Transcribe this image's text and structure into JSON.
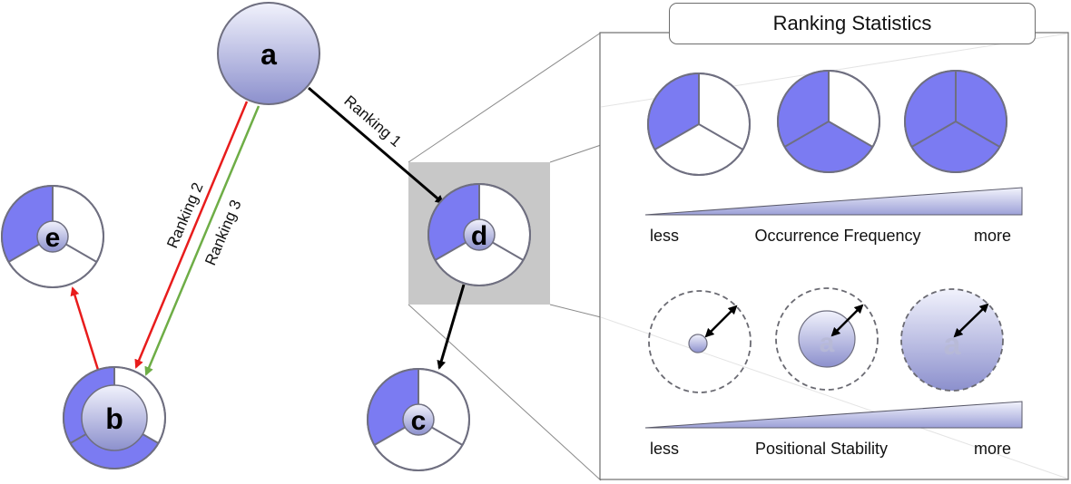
{
  "diagram": {
    "nodes": {
      "a": "a",
      "b": "b",
      "c": "c",
      "d": "d",
      "e": "e"
    },
    "edges": {
      "ranking1": "Ranking 1",
      "ranking2": "Ranking 2",
      "ranking3": "Ranking 3"
    },
    "colors": {
      "segment_fill": "#7b7bf2",
      "ranking1": "#000000",
      "ranking2": "#e81c1c",
      "ranking3": "#6ead46",
      "node_gradient_top": "#eef0fb",
      "node_gradient_bottom": "#8f93cf",
      "zoom_box": "#c8c8c8"
    }
  },
  "legend": {
    "title": "Ranking Statistics",
    "occurrence": {
      "less": "less",
      "label": "Occurrence Frequency",
      "more": "more",
      "filled_segments": [
        1,
        2,
        3
      ]
    },
    "stability": {
      "less": "less",
      "label": "Positional Stability",
      "more": "more",
      "watermark_letter": "a"
    }
  }
}
